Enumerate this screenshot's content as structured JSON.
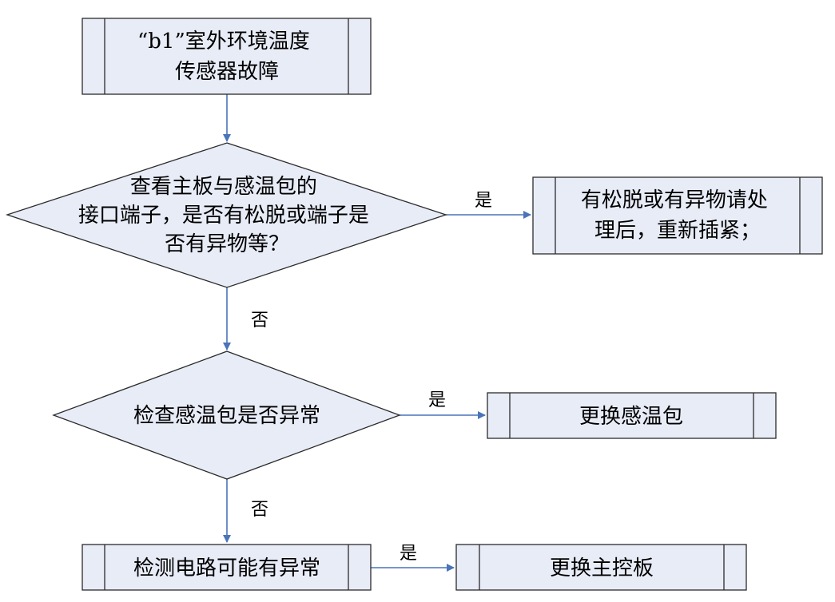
{
  "colors": {
    "node_fill": "#e8ecf7",
    "node_stroke": "#2b2b2b",
    "arrow": "#4a74b8"
  },
  "nodes": {
    "start": {
      "shape": "process",
      "lines": [
        "“b1”室外环境温度",
        "传感器故障"
      ]
    },
    "check_interface": {
      "shape": "decision",
      "lines": [
        "查看主板与感温包的",
        "接口端子，是否有松脱或端子是",
        "否有异物等？"
      ]
    },
    "fix_connection": {
      "shape": "process",
      "lines": [
        "有松脱或有异物请处",
        "理后，重新插紧；"
      ]
    },
    "check_sensor": {
      "shape": "decision",
      "lines": [
        "检查感温包是否异常"
      ]
    },
    "replace_sensor": {
      "shape": "process",
      "lines": [
        "更换感温包"
      ]
    },
    "circuit_abnormal": {
      "shape": "process",
      "lines": [
        "检测电路可能有异常"
      ]
    },
    "replace_board": {
      "shape": "process",
      "lines": [
        "更换主控板"
      ]
    }
  },
  "edges": {
    "start_to_check": {
      "label": ""
    },
    "check_yes": {
      "label": "是"
    },
    "check_no": {
      "label": "否"
    },
    "sensor_yes": {
      "label": "是"
    },
    "sensor_no": {
      "label": "否"
    },
    "circuit_yes": {
      "label": "是"
    }
  }
}
